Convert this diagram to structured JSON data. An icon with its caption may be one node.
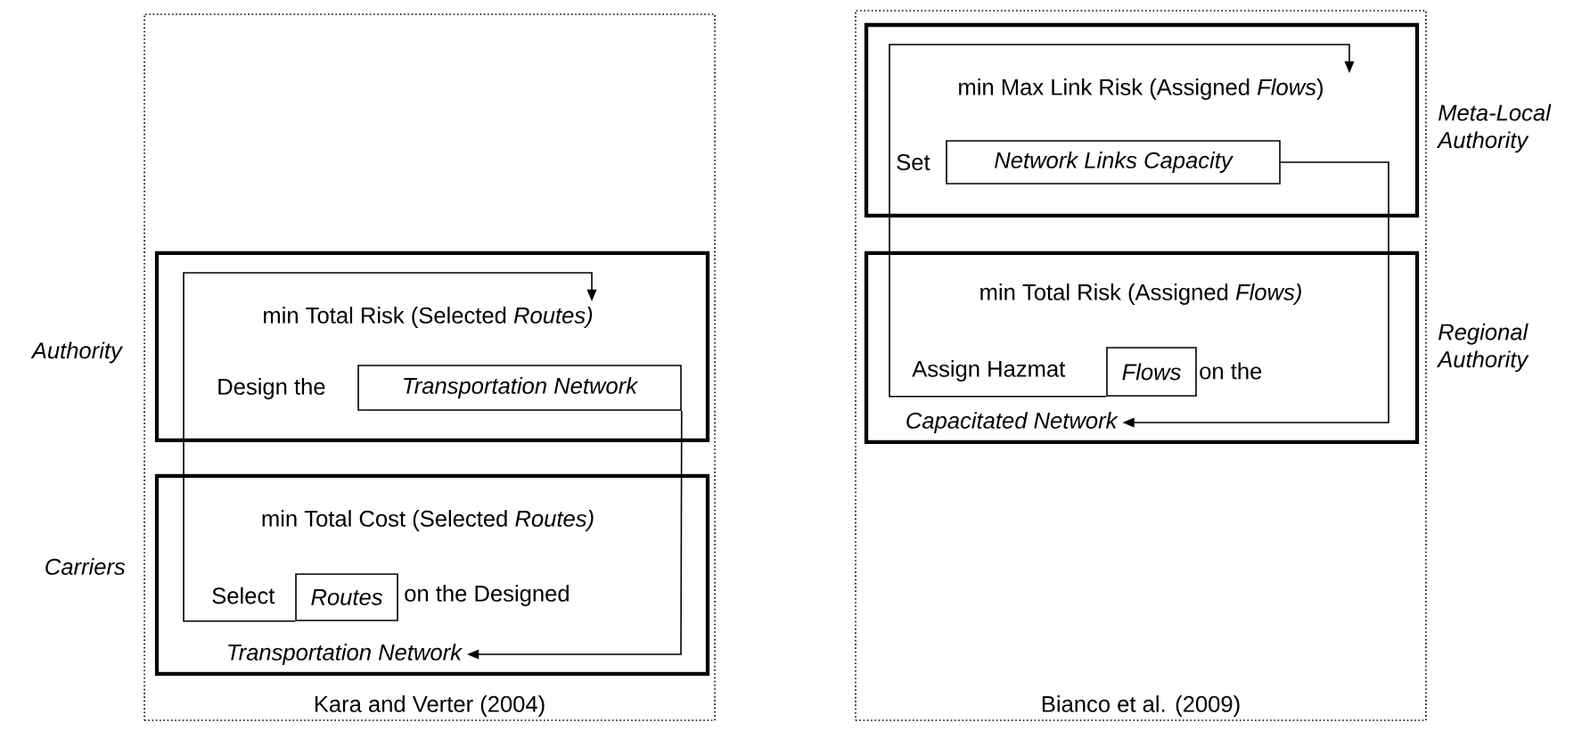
{
  "diagram": {
    "nodes": [
      {
        "text": [
          "Kara and Verter (2004)"
        ]
      },
      {
        "text": [
          "Design the"
        ],
        "in": 0,
        "beside": [
          "Authority"
        ]
      },
      {
        "text": [
          "min Total Risk (Selected *Routes)*"
        ],
        "in": 1
      },
      {
        "text": [
          "Transportation Network"
        ],
        "in": 1
      },
      {
        "text": [
          "min Total Cost (Selected *Routes)*",
          "Select",
          "on the Designed"
        ],
        "in": 0,
        "beside": [
          "Carriers"
        ]
      },
      {
        "text": [
          "Routes"
        ],
        "in": 4
      },
      {
        "text": [
          "Transportation Network"
        ],
        "in": 4
      },
      {
        "text": [
          "Bianco et al. (2009)"
        ]
      },
      {
        "text": [
          "Set"
        ],
        "in": 7,
        "beside": [
          "Meta-Local Authority"
        ]
      },
      {
        "text": [
          "min Max Link Risk (Assigned *Flows*)"
        ],
        "in": 8
      },
      {
        "text": [
          "Network Links Capacity"
        ],
        "in": 8
      },
      {
        "text": [
          "Assign Hazmat",
          "on the"
        ],
        "in": 7,
        "beside": [
          "Regional Authority"
        ]
      },
      {
        "text": [
          "min Total Risk (Assigned *Flows)*"
        ],
        "in": 11
      },
      {
        "text": [
          "Flows"
        ],
        "in": 11
      },
      {
        "text": [
          "Capacitated Network"
        ],
        "in": 11
      }
    ],
    "edges": [
      {
        "from": 3,
        "to": 6,
        "arrow": "to"
      },
      {
        "from": 5,
        "to": 2,
        "arrow": "to"
      },
      {
        "from": 10,
        "to": 14,
        "arrow": "to"
      },
      {
        "from": 13,
        "to": 9,
        "arrow": "to"
      }
    ]
  }
}
